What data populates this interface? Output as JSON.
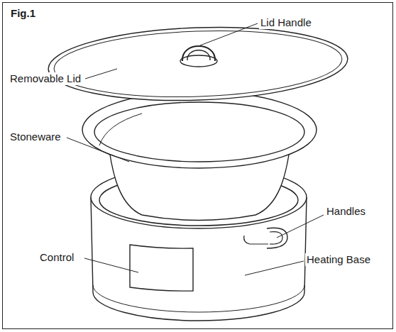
{
  "diagram": {
    "title": "Fig.1",
    "labels": [
      "Lid Handle",
      "Removable Lid",
      "Stoneware",
      "Handles",
      "Control",
      "Heating Base"
    ]
  }
}
